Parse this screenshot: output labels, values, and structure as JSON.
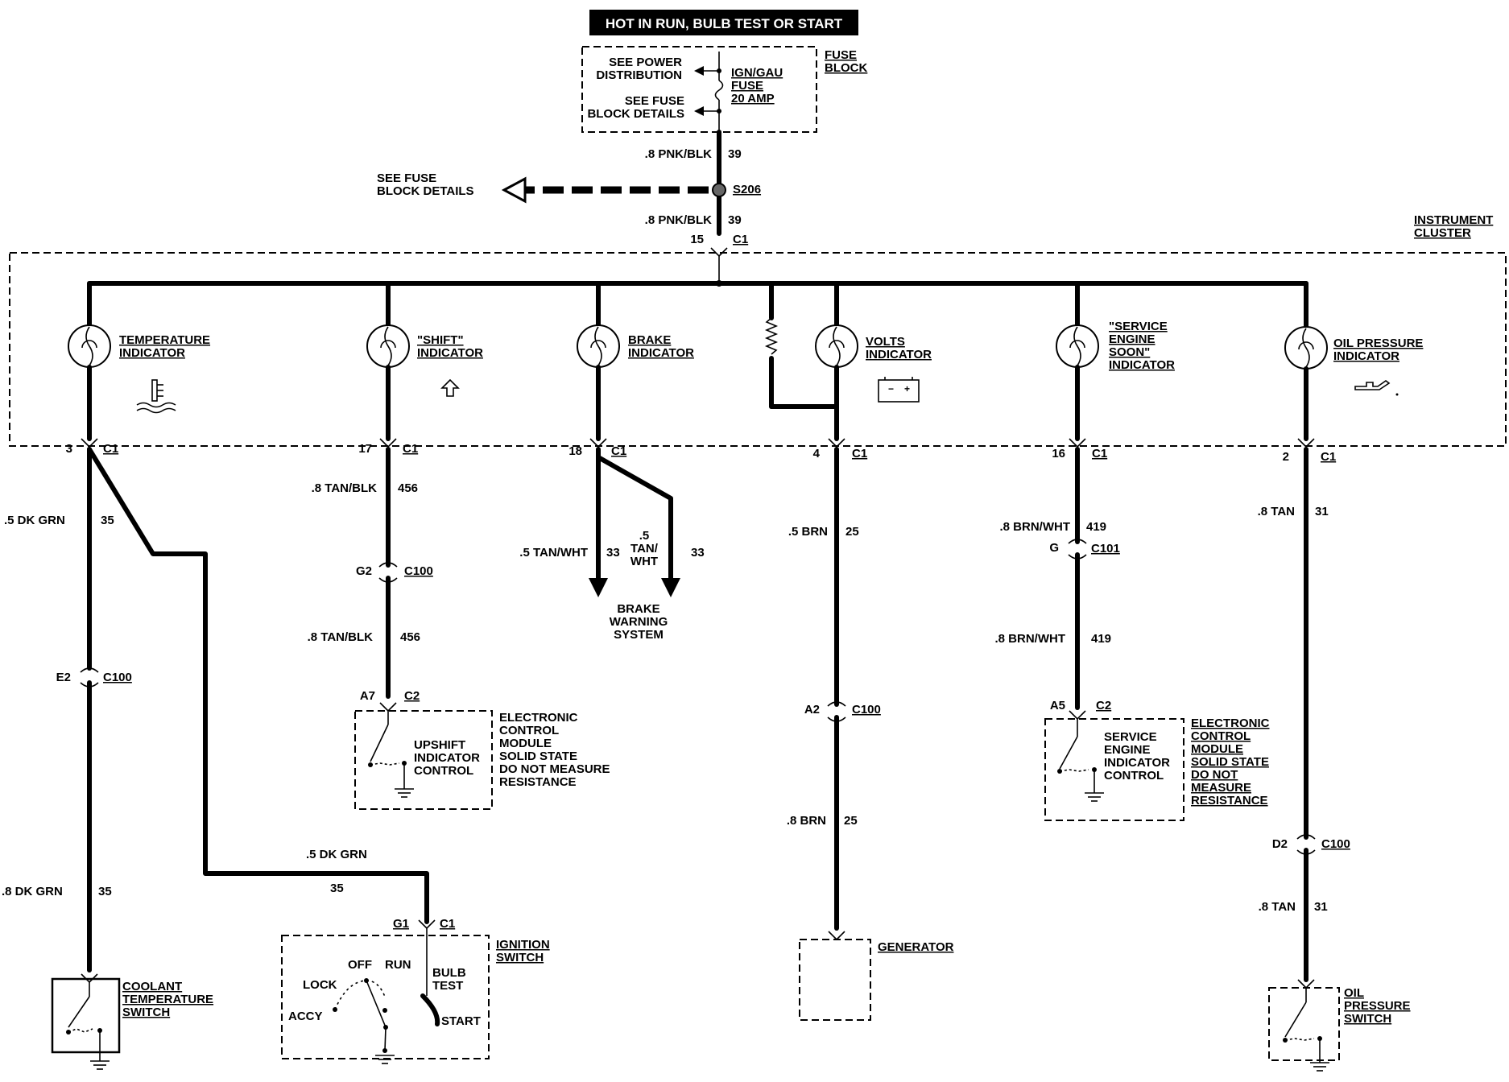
{
  "header": {
    "title": "HOT IN RUN, BULB TEST OR START"
  },
  "fuse_block": {
    "title": "FUSE\nBLOCK",
    "see_power": "SEE POWER\nDISTRIBUTION",
    "see_fuse": "SEE FUSE\nBLOCK DETAILS",
    "fuse_label": "IGN/GAU\nFUSE\n20 AMP"
  },
  "splice": {
    "left_wire": ".8 PNK/BLK",
    "left_circuit": "39",
    "name": "S206",
    "see_fuse_left": "SEE FUSE\nBLOCK DETAILS",
    "lower_wire": ".8 PNK/BLK",
    "lower_circuit": "39",
    "pin": "15",
    "connector": "C1"
  },
  "cluster": {
    "title": "INSTRUMENT\nCLUSTER"
  },
  "indicators": [
    {
      "name": "TEMPERATURE\nINDICATOR",
      "pin": "3",
      "conn": "C1"
    },
    {
      "name": "\"SHIFT\"\nINDICATOR",
      "pin": "17",
      "conn": "C1"
    },
    {
      "name": "BRAKE\nINDICATOR",
      "pin": "18",
      "conn": "C1"
    },
    {
      "name": "VOLTS\nINDICATOR",
      "pin": "4",
      "conn": "C1"
    },
    {
      "name": "\"SERVICE\nENGINE\nSOON\"\nINDICATOR",
      "pin": "16",
      "conn": "C1"
    },
    {
      "name": "OIL PRESSURE\nINDICATOR",
      "pin": "2",
      "conn": "C1"
    }
  ],
  "temp_circuit": {
    "wire1": ".5 DK GRN",
    "circuit1": "35",
    "conn_pin": "E2",
    "conn": "C100",
    "wire2": ".8 DK GRN",
    "circuit2": "35",
    "branch_wire": ".5 DK GRN",
    "branch_circuit": "35",
    "switch": "COOLANT\nTEMPERATURE\nSWITCH"
  },
  "ignition": {
    "g1": "G1",
    "c1": "C1",
    "name": "IGNITION\nSWITCH",
    "lock": "LOCK",
    "off": "OFF",
    "run": "RUN",
    "bulb_test": "BULB\nTEST",
    "accy": "ACCY",
    "start": "START"
  },
  "shift_circuit": {
    "wire1": ".8 TAN/BLK",
    "circuit1": "456",
    "conn_pin": "G2",
    "conn": "C100",
    "wire2": ".8 TAN/BLK",
    "circuit2": "456",
    "ecm_pin": "A7",
    "ecm_conn": "C2",
    "control": "UPSHIFT\nINDICATOR\nCONTROL",
    "ecm": "ELECTRONIC\nCONTROL\nMODULE\nSOLID STATE\nDO NOT MEASURE\nRESISTANCE"
  },
  "brake_circuit": {
    "wire_left": ".5 TAN/WHT",
    "circuit_left": "33",
    "wire_right": ".5\nTAN/\nWHT",
    "circuit_right": "33",
    "system": "BRAKE\nWARNING\nSYSTEM"
  },
  "volts_circuit": {
    "wire1": ".5 BRN",
    "circuit1": "25",
    "conn_pin": "A2",
    "conn": "C100",
    "wire2": ".8 BRN",
    "circuit2": "25",
    "generator": "GENERATOR"
  },
  "ses_circuit": {
    "wire1": ".8 BRN/WHT",
    "circuit1": "419",
    "conn_pin": "G",
    "conn": "C101",
    "wire2": ".8 BRN/WHT",
    "circuit2": "419",
    "ecm_pin": "A5",
    "ecm_conn": "C2",
    "control": "SERVICE\nENGINE\nINDICATOR\nCONTROL",
    "ecm": "ELECTRONIC\nCONTROL\nMODULE\nSOLID STATE\nDO NOT\nMEASURE\nRESISTANCE"
  },
  "oil_circuit": {
    "wire1": ".8 TAN",
    "circuit1": "31",
    "conn_pin": "D2",
    "conn": "C100",
    "wire2": ".8 TAN",
    "circuit2": "31",
    "switch": "OIL\nPRESSURE\nSWITCH"
  },
  "icons": [
    "temperature-icon",
    "upshift-arrow-icon",
    "battery-icon",
    "oil-can-icon",
    "ground-icon",
    "bulb-icon",
    "resistor-icon"
  ]
}
